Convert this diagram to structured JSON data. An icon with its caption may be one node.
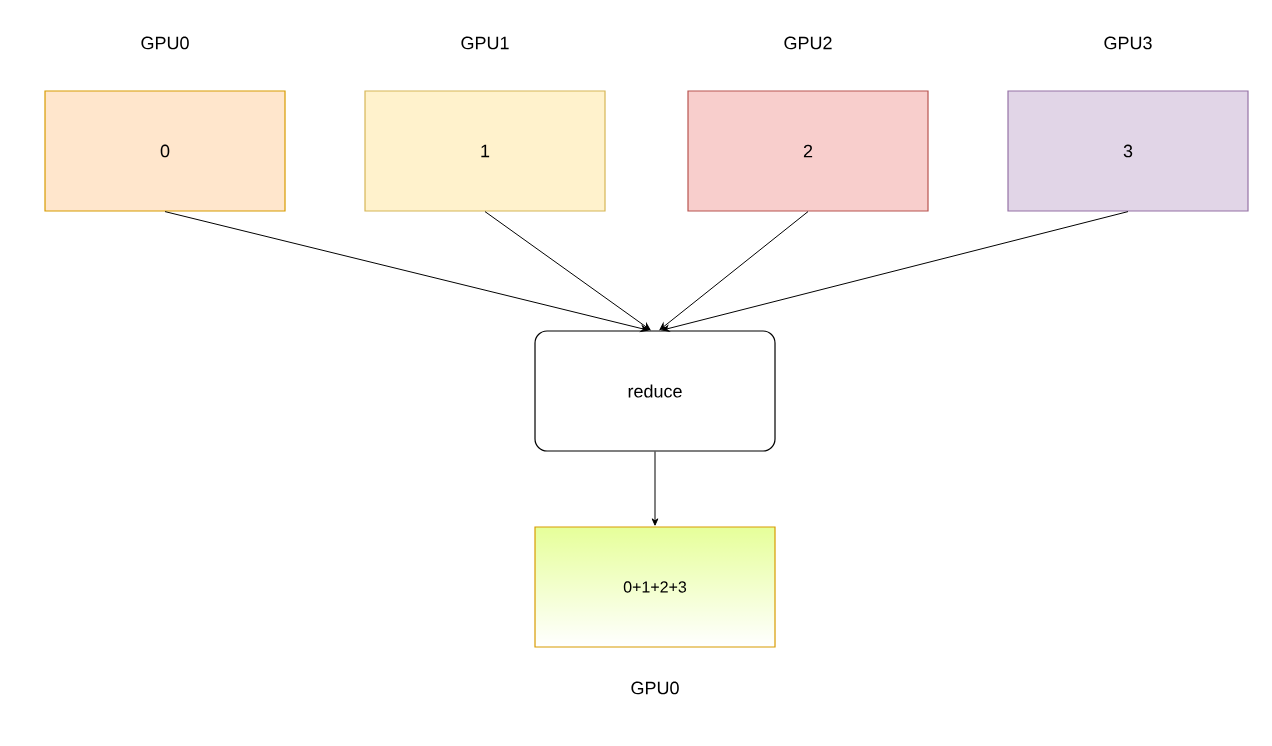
{
  "diagram": {
    "nodes": [
      {
        "text": [
          "0"
        ],
        "beside": [
          "GPU0"
        ]
      },
      {
        "text": [
          "1"
        ],
        "beside": [
          "GPU1"
        ]
      },
      {
        "text": [
          "2"
        ],
        "beside": [
          "GPU2"
        ]
      },
      {
        "text": [
          "3"
        ],
        "beside": [
          "GPU3"
        ]
      },
      {
        "text": [
          "reduce"
        ]
      },
      {
        "text": [
          "0+1+2+3"
        ],
        "beside": [
          "GPU0"
        ]
      }
    ],
    "edges": [
      {
        "from": 0,
        "to": 4,
        "arrow": "to"
      },
      {
        "from": 1,
        "to": 4,
        "arrow": "to"
      },
      {
        "from": 2,
        "to": 4,
        "arrow": "to"
      },
      {
        "from": 3,
        "to": 4,
        "arrow": "to"
      },
      {
        "from": 4,
        "to": 5,
        "arrow": "to"
      }
    ]
  }
}
